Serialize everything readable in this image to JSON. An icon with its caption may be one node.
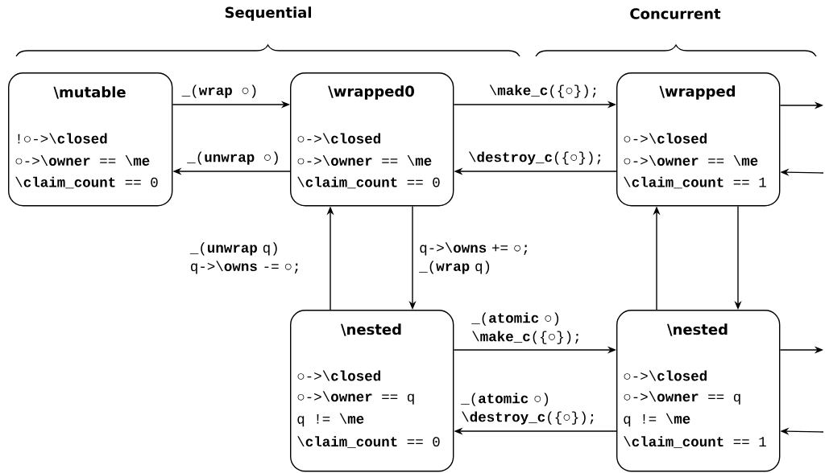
{
  "diagram": {
    "nodes": [
      {
        "text": [
          "\\mutable",
          "!○->\\**closed**",
          "○->\\**owner** == \\**me**",
          "\\**claim_count** == 0"
        ]
      },
      {
        "text": [
          "\\wrapped0",
          "○->\\**closed**",
          "○->\\**owner** == \\**me**",
          "\\**claim_count** == 0"
        ]
      },
      {
        "text": [
          "\\wrapped",
          "○->\\**closed**",
          "○->\\**owner** == \\**me**",
          "\\**claim_count** == 1"
        ]
      },
      {
        "text": [
          "\\nested",
          "○->\\**closed**",
          "○->\\**owner** == q",
          "q != \\**me**",
          "\\**claim_count** == 0"
        ]
      },
      {
        "text": [
          "\\nested",
          "○->\\**closed**",
          "○->\\**owner** == q",
          "q != \\**me**",
          "\\**claim_count** == 1"
        ]
      }
    ],
    "edges": [
      {
        "from": 0,
        "to": 1,
        "arrow": "to",
        "label": "_(**wrap** ○)"
      },
      {
        "from": 1,
        "to": 0,
        "arrow": "to",
        "label": "_(**unwrap** ○)"
      },
      {
        "from": 1,
        "to": 2,
        "arrow": "to",
        "label": "\\**make_c**({○});"
      },
      {
        "from": 2,
        "to": 1,
        "arrow": "to",
        "label": "\\**destroy_c**({○});"
      },
      {
        "from": 3,
        "to": 1,
        "arrow": "to",
        "label": "_(**unwrap** q) q->\\**owns** -= ○;"
      },
      {
        "from": 1,
        "to": 3,
        "arrow": "to",
        "label": "q->\\**owns** += ○; _(**wrap** q)"
      },
      {
        "from": 3,
        "to": 4,
        "arrow": "to",
        "label": "_(**atomic** ○) \\**make_c**({○});"
      },
      {
        "from": 4,
        "to": 3,
        "arrow": "to",
        "label": "_(**atomic** ○) \\**destroy_c**({○});"
      },
      {
        "from": 4,
        "to": 2,
        "arrow": "to"
      },
      {
        "from": 2,
        "to": 4,
        "arrow": "to"
      },
      {
        "from": 2,
        "to": null,
        "arrow": "to"
      },
      {
        "from": null,
        "to": 2,
        "arrow": "to"
      },
      {
        "from": 4,
        "to": null,
        "arrow": "to"
      },
      {
        "from": null,
        "to": 4,
        "arrow": "to"
      }
    ],
    "labels": [
      "Sequential",
      "Concurrent"
    ]
  }
}
